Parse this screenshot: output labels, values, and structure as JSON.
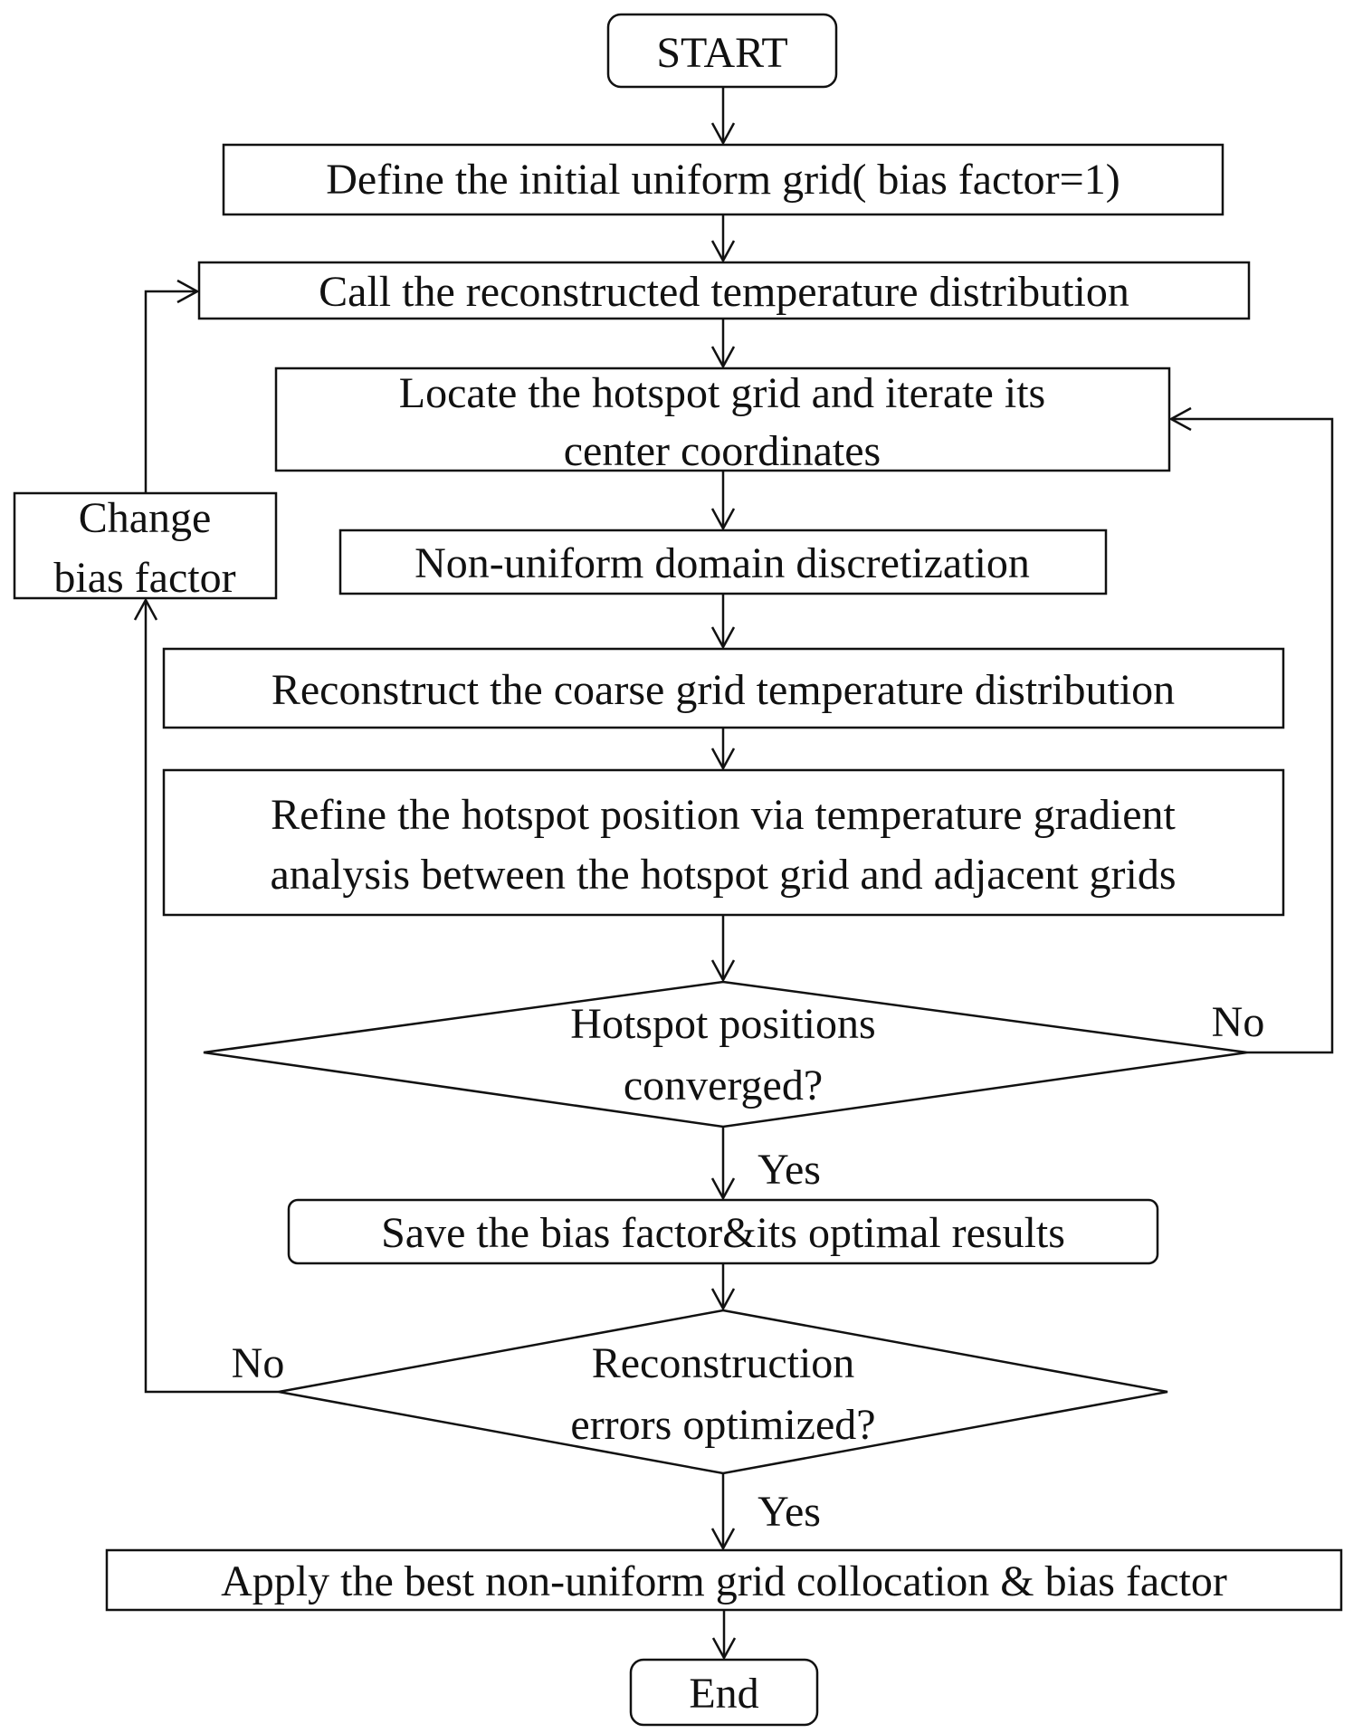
{
  "flowchart": {
    "start": "START",
    "define_grid": "Define the initial uniform grid( bias factor=1)",
    "call_distribution": "Call the reconstructed  temperature distribution",
    "locate_hotspot": [
      "Locate the hotspot grid and iterate its",
      "center coordinates"
    ],
    "non_uniform": "Non-uniform domain discretization",
    "reconstruct_coarse": "Reconstruct the coarse grid temperature distribution",
    "refine_hotspot": [
      "Refine the hotspot position via temperature gradient",
      "analysis between the hotspot grid and adjacent grids"
    ],
    "decision_converged": [
      "Hotspot positions",
      "converged?"
    ],
    "save_results": "Save the  bias factor&its optimal results",
    "decision_optimized": [
      "Reconstruction",
      "errors optimized?"
    ],
    "apply_best": "Apply the best non-uniform grid collocation & bias factor",
    "end": "End",
    "change_bias": [
      "Change",
      "bias factor"
    ],
    "label_no_converged": "No",
    "label_yes_converged": "Yes",
    "label_no_optimized": "No",
    "label_yes_optimized": "Yes"
  }
}
